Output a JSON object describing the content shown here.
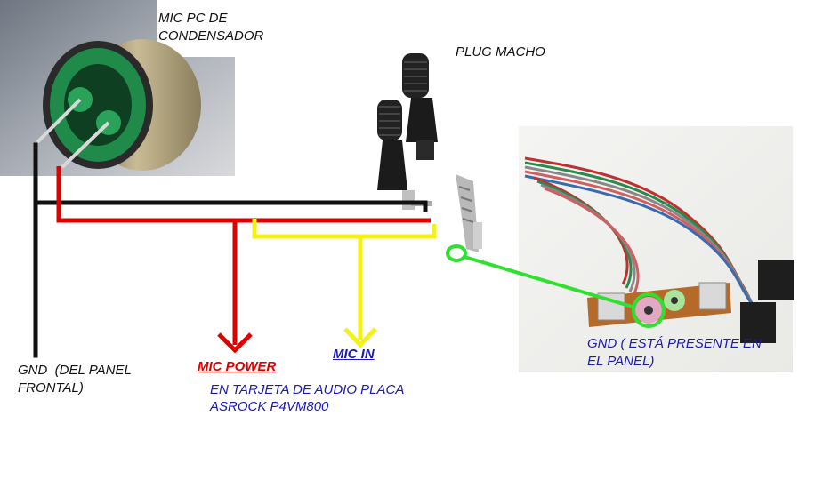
{
  "labels": {
    "mic_title_1": "MIC PC DE",
    "mic_title_2": "CONDENSADOR",
    "plug_title": "PLUG MACHO",
    "gnd_front_1": "GND  (DEL PANEL",
    "gnd_front_2": "FRONTAL)",
    "mic_power": "MIC POWER",
    "mic_in": "MIC IN",
    "audio_card_1": "EN TARJETA DE AUDIO PLACA",
    "audio_card_2": "ASROCK P4VM800",
    "gnd_panel_1": "GND ( ESTÁ PRESENTE EN",
    "gnd_panel_2": "EL PANEL)"
  },
  "colors": {
    "wire_black": "#111111",
    "wire_red": "#e00000",
    "wire_yellow": "#f2f21a",
    "wire_green": "#2fe02f",
    "label_blue": "#1a1ab4",
    "label_red": "#e00000"
  }
}
